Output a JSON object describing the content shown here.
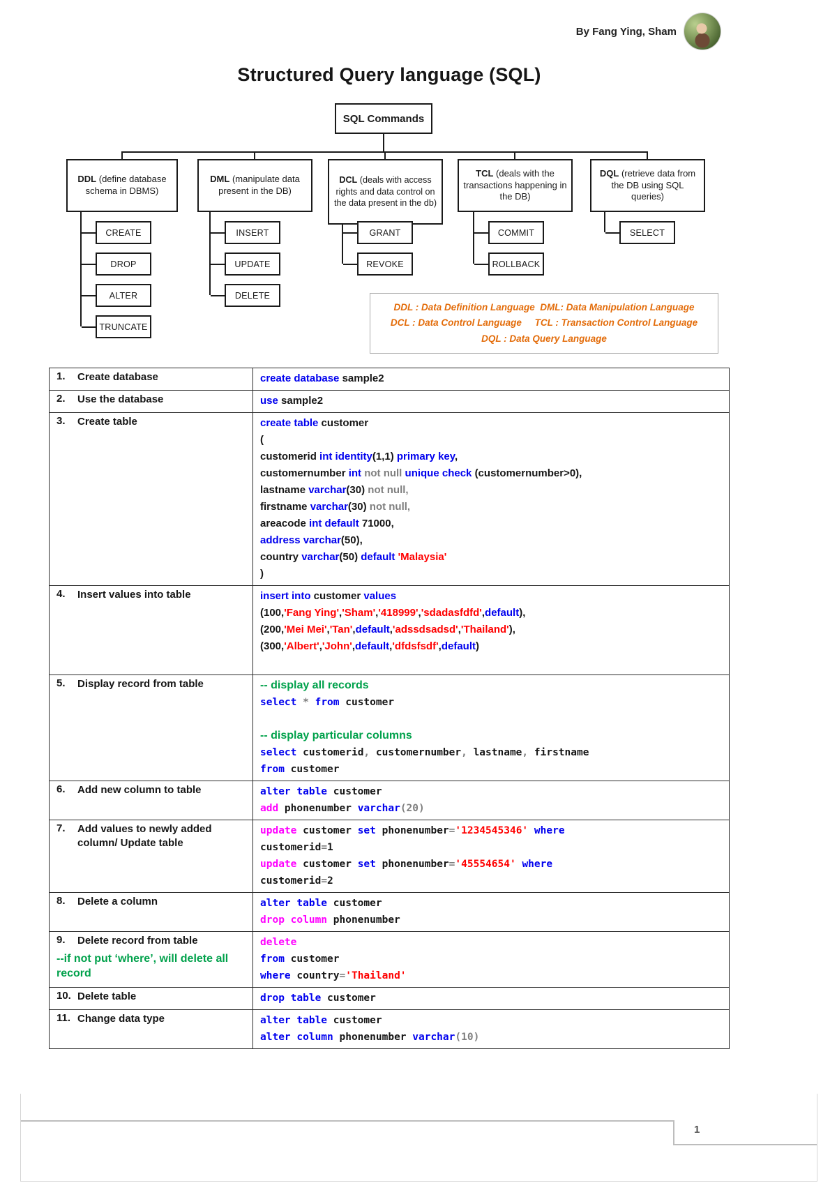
{
  "header": {
    "author": "By Fang Ying, Sham"
  },
  "title": "Structured Query language (SQL)",
  "diagram": {
    "root": "SQL Commands",
    "branches": [
      {
        "title": "DDL",
        "desc": "(define database schema in DBMS)",
        "children": [
          "CREATE",
          "DROP",
          "ALTER",
          "TRUNCATE"
        ]
      },
      {
        "title": "DML",
        "desc": "(manipulate data present in the DB)",
        "children": [
          "INSERT",
          "UPDATE",
          "DELETE"
        ]
      },
      {
        "title": "DCL",
        "desc": "(deals with access rights and data control on the data present in the db)",
        "children": [
          "GRANT",
          "REVOKE"
        ]
      },
      {
        "title": "TCL",
        "desc": "(deals with the transactions happening in the DB)",
        "children": [
          "COMMIT",
          "ROLLBACK"
        ]
      },
      {
        "title": "DQL",
        "desc": "(retrieve data from the DB using SQL queries)",
        "children": [
          "SELECT"
        ]
      }
    ],
    "legend_lines": [
      "DDL : Data Definition Language  DML: Data Manipulation Language",
      "DCL : Data Control Language     TCL : Transaction Control Language",
      "DQL : Data Query Language"
    ],
    "legend_color": "#E36C0A"
  },
  "colors": {
    "keyword": "#0000EE",
    "string": "#FF0000",
    "magenta_keyword": "#FF00FF",
    "comment_green": "#00A14B",
    "gray": "#7F7F7F"
  },
  "table": {
    "rows": [
      {
        "num": "1.",
        "label": "Create database",
        "style": "sans",
        "code": [
          [
            {
              "t": "create database",
              "c": "kw"
            },
            {
              "t": " sample2",
              "c": "id"
            }
          ]
        ]
      },
      {
        "num": "2.",
        "label": "Use the database",
        "style": "sans",
        "code": [
          [
            {
              "t": "use",
              "c": "kw"
            },
            {
              "t": " sample2",
              "c": "id"
            }
          ]
        ]
      },
      {
        "num": "3.",
        "label": "Create table",
        "style": "sans",
        "code": [
          [
            {
              "t": "create table",
              "c": "kw"
            },
            {
              "t": " customer",
              "c": "id"
            }
          ],
          [
            {
              "t": "(",
              "c": "id"
            }
          ],
          [
            {
              "t": "customerid ",
              "c": "id"
            },
            {
              "t": "int identity",
              "c": "kw"
            },
            {
              "t": "(1,1) ",
              "c": "id"
            },
            {
              "t": "primary key",
              "c": "kw"
            },
            {
              "t": ",",
              "c": "id"
            }
          ],
          [
            {
              "t": "customernumber ",
              "c": "id"
            },
            {
              "t": "int ",
              "c": "kw"
            },
            {
              "t": "not null ",
              "c": "gr"
            },
            {
              "t": "unique check ",
              "c": "kw"
            },
            {
              "t": "(customernumber>0),",
              "c": "id"
            }
          ],
          [
            {
              "t": "lastname ",
              "c": "id"
            },
            {
              "t": "varchar",
              "c": "kw"
            },
            {
              "t": "(30)",
              "c": "id"
            },
            {
              "t": " not null,",
              "c": "gr"
            }
          ],
          [
            {
              "t": "firstname ",
              "c": "id"
            },
            {
              "t": "varchar",
              "c": "kw"
            },
            {
              "t": "(30)",
              "c": "id"
            },
            {
              "t": " not null,",
              "c": "gr"
            }
          ],
          [
            {
              "t": "areacode ",
              "c": "id"
            },
            {
              "t": "int default ",
              "c": "kw"
            },
            {
              "t": "71000,",
              "c": "id"
            }
          ],
          [
            {
              "t": "address varchar",
              "c": "kw"
            },
            {
              "t": "(50),",
              "c": "id"
            }
          ],
          [
            {
              "t": "country ",
              "c": "id"
            },
            {
              "t": "varchar",
              "c": "kw"
            },
            {
              "t": "(50) ",
              "c": "id"
            },
            {
              "t": "default ",
              "c": "kw"
            },
            {
              "t": "'Malaysia'",
              "c": "str"
            }
          ],
          [
            {
              "t": ")",
              "c": "id"
            }
          ]
        ]
      },
      {
        "num": "4.",
        "label": "Insert values into table",
        "style": "sans",
        "code": [
          [
            {
              "t": "insert into",
              "c": "kw"
            },
            {
              "t": " customer ",
              "c": "id"
            },
            {
              "t": "values",
              "c": "kw"
            }
          ],
          [
            {
              "t": "(100,",
              "c": "id"
            },
            {
              "t": "'Fang Ying'",
              "c": "str"
            },
            {
              "t": ",",
              "c": "id"
            },
            {
              "t": "'Sham'",
              "c": "str"
            },
            {
              "t": ",",
              "c": "id"
            },
            {
              "t": "'418999'",
              "c": "str"
            },
            {
              "t": ",",
              "c": "id"
            },
            {
              "t": "'sdadasfdfd'",
              "c": "str"
            },
            {
              "t": ",",
              "c": "id"
            },
            {
              "t": "default",
              "c": "kw"
            },
            {
              "t": "),",
              "c": "id"
            }
          ],
          [
            {
              "t": "(200,",
              "c": "id"
            },
            {
              "t": "'Mei Mei'",
              "c": "str"
            },
            {
              "t": ",",
              "c": "id"
            },
            {
              "t": "'Tan'",
              "c": "str"
            },
            {
              "t": ",",
              "c": "id"
            },
            {
              "t": "default",
              "c": "kw"
            },
            {
              "t": ",",
              "c": "id"
            },
            {
              "t": "'adssdsadsd'",
              "c": "str"
            },
            {
              "t": ",",
              "c": "id"
            },
            {
              "t": "'Thailand'",
              "c": "str"
            },
            {
              "t": "),",
              "c": "id"
            }
          ],
          [
            {
              "t": "(300,",
              "c": "id"
            },
            {
              "t": "'Albert'",
              "c": "str"
            },
            {
              "t": ",",
              "c": "id"
            },
            {
              "t": "'John'",
              "c": "str"
            },
            {
              "t": ",",
              "c": "id"
            },
            {
              "t": "default",
              "c": "kw"
            },
            {
              "t": ",",
              "c": "id"
            },
            {
              "t": "'dfdsfsdf'",
              "c": "str"
            },
            {
              "t": ",",
              "c": "id"
            },
            {
              "t": "default",
              "c": "kw"
            },
            {
              "t": ")",
              "c": "id"
            }
          ],
          []
        ]
      },
      {
        "num": "5.",
        "label": "Display record from table",
        "style": "mono",
        "code": [
          [
            {
              "t": "-- display all records",
              "c": "cm"
            }
          ],
          [
            {
              "t": "select",
              "c": "kw"
            },
            {
              "t": " * ",
              "c": "gr"
            },
            {
              "t": "from",
              "c": "kw"
            },
            {
              "t": " customer",
              "c": "id"
            }
          ],
          [],
          [
            {
              "t": "-- display particular columns",
              "c": "cm"
            }
          ],
          [
            {
              "t": "select",
              "c": "kw"
            },
            {
              "t": " customerid",
              "c": "id"
            },
            {
              "t": ", ",
              "c": "gr"
            },
            {
              "t": "customernumber",
              "c": "id"
            },
            {
              "t": ", ",
              "c": "gr"
            },
            {
              "t": "lastname",
              "c": "id"
            },
            {
              "t": ", ",
              "c": "gr"
            },
            {
              "t": "firstname",
              "c": "id"
            }
          ],
          [
            {
              "t": "from",
              "c": "kw"
            },
            {
              "t": " customer",
              "c": "id"
            }
          ]
        ]
      },
      {
        "num": "6.",
        "label": "Add new column to table",
        "style": "mono",
        "code": [
          [
            {
              "t": "alter table",
              "c": "kw"
            },
            {
              "t": " customer",
              "c": "id"
            }
          ],
          [
            {
              "t": "add",
              "c": "mg"
            },
            {
              "t": " phonenumber ",
              "c": "id"
            },
            {
              "t": "varchar",
              "c": "kw"
            },
            {
              "t": "(20)",
              "c": "gr"
            }
          ]
        ]
      },
      {
        "num": "7.",
        "label": "Add values to newly added column/ Update table",
        "style": "mono",
        "code": [
          [
            {
              "t": "update",
              "c": "mg"
            },
            {
              "t": " customer ",
              "c": "id"
            },
            {
              "t": "set",
              "c": "kw"
            },
            {
              "t": " phonenumber",
              "c": "id"
            },
            {
              "t": "=",
              "c": "gr"
            },
            {
              "t": "'1234545346'",
              "c": "str"
            },
            {
              "t": " where",
              "c": "kw"
            }
          ],
          [
            {
              "t": "customerid",
              "c": "id"
            },
            {
              "t": "=",
              "c": "gr"
            },
            {
              "t": "1",
              "c": "id"
            }
          ],
          [
            {
              "t": "update",
              "c": "mg"
            },
            {
              "t": " customer ",
              "c": "id"
            },
            {
              "t": "set",
              "c": "kw"
            },
            {
              "t": " phonenumber",
              "c": "id"
            },
            {
              "t": "=",
              "c": "gr"
            },
            {
              "t": "'45554654'",
              "c": "str"
            },
            {
              "t": " where",
              "c": "kw"
            }
          ],
          [
            {
              "t": "customerid",
              "c": "id"
            },
            {
              "t": "=",
              "c": "gr"
            },
            {
              "t": "2",
              "c": "id"
            }
          ]
        ]
      },
      {
        "num": "8.",
        "label": "Delete a column",
        "style": "mono",
        "code": [
          [
            {
              "t": "alter table",
              "c": "kw"
            },
            {
              "t": " customer",
              "c": "id"
            }
          ],
          [
            {
              "t": "drop column",
              "c": "mg"
            },
            {
              "t": " phonenumber",
              "c": "id"
            }
          ]
        ]
      },
      {
        "num": "9.",
        "label": "Delete record from table",
        "style": "mono",
        "note": "--if not put ‘where’, will delete all record",
        "code": [
          [
            {
              "t": "delete",
              "c": "mg"
            }
          ],
          [
            {
              "t": "from",
              "c": "kw"
            },
            {
              "t": " customer",
              "c": "id"
            }
          ],
          [
            {
              "t": "where",
              "c": "kw"
            },
            {
              "t": " country",
              "c": "id"
            },
            {
              "t": "=",
              "c": "gr"
            },
            {
              "t": "'Thailand'",
              "c": "str"
            }
          ]
        ]
      },
      {
        "num": "10.",
        "label": "Delete table",
        "style": "mono",
        "code": [
          [
            {
              "t": "drop table",
              "c": "kw"
            },
            {
              "t": " customer",
              "c": "id"
            }
          ]
        ]
      },
      {
        "num": "11.",
        "label": "Change data type",
        "style": "mono",
        "code": [
          [
            {
              "t": "alter table",
              "c": "kw"
            },
            {
              "t": " customer",
              "c": "id"
            }
          ],
          [
            {
              "t": "alter column",
              "c": "kw"
            },
            {
              "t": " phonenumber ",
              "c": "id"
            },
            {
              "t": "varchar",
              "c": "kw"
            },
            {
              "t": "(10)",
              "c": "gr"
            }
          ]
        ]
      }
    ]
  },
  "footer": {
    "page_number": "1"
  }
}
